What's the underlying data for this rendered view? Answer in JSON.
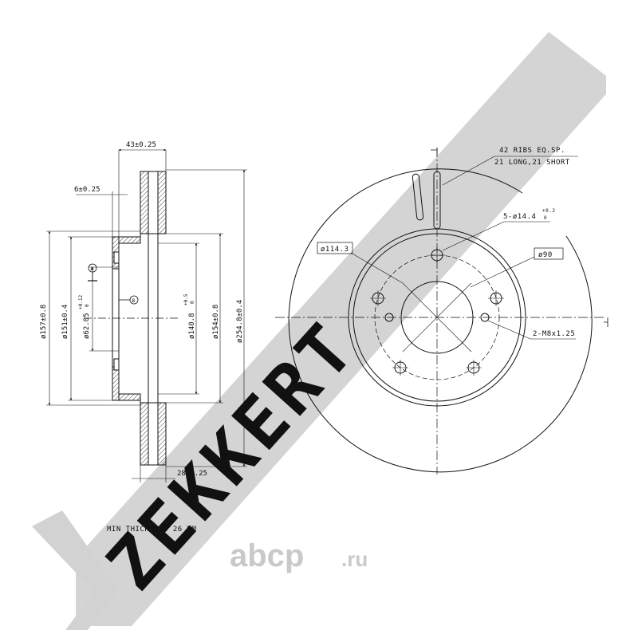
{
  "watermark": {
    "brand_text": "ZEKKERT",
    "site_text": "abcp",
    "site_suffix": ".ru",
    "color": "#d2d2d2"
  },
  "drawing": {
    "line_color": "#111111",
    "side_view": {
      "dims": {
        "total_width": "43±0.25",
        "hat_thickness": "6±0.25",
        "disc_thickness": "28±0.25",
        "d157": "ø157±0.8",
        "d151": "ø151±0.4",
        "d62": "ø62.05",
        "d62_tol_upper": "+0.12",
        "d62_tol_lower": "0",
        "d140": "ø140.8",
        "d140_tol_upper": "+0.5",
        "d140_tol_lower": "0",
        "d154": "ø154±0.8",
        "d254": "ø254.8±0.4"
      },
      "datum_a": "A",
      "datum_b": "B"
    },
    "front_view": {
      "ribs_line1": "42 RIBS EQ.SP.",
      "ribs_line2": "21 LONG,21 SHORT",
      "holes": "5-ø14.4",
      "holes_tol_upper": "+0.2",
      "holes_tol_lower": "0",
      "pcd": "ø114.3",
      "center_bore": "ø90",
      "threads": "2-M8x1.25"
    },
    "min_thickness": "MIN THICKNESS 26 MM"
  }
}
